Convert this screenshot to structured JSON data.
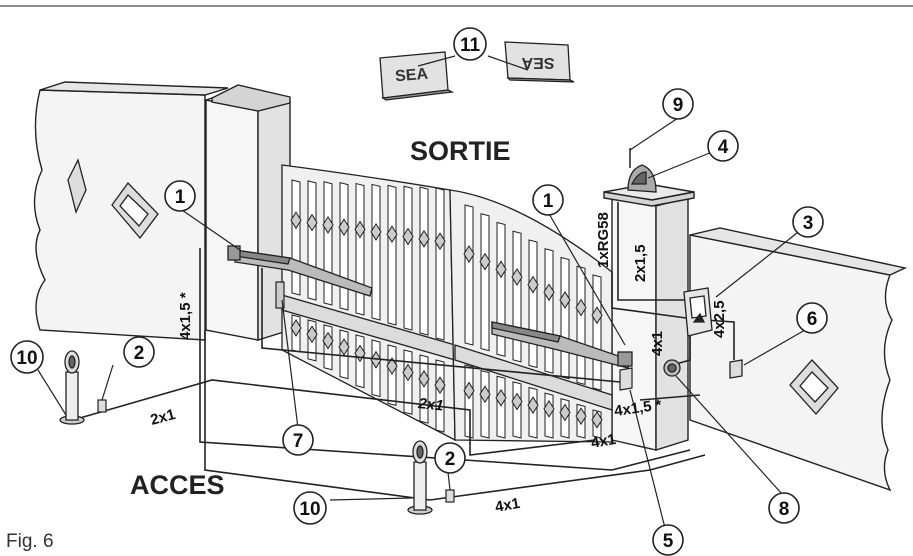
{
  "labels": {
    "sortie": "SORTIE",
    "acces": "ACCES",
    "figure": "Fig. 6",
    "sign_left": "SEA",
    "sign_right": "SEA"
  },
  "callouts": {
    "c1a": "1",
    "c1b": "1",
    "c2a": "2",
    "c2b": "2",
    "c3": "3",
    "c4": "4",
    "c5": "5",
    "c6": "6",
    "c7": "7",
    "c8": "8",
    "c9": "9",
    "c10a": "10",
    "c10b": "10",
    "c11": "11"
  },
  "cables": {
    "k1": "4x1,5 *",
    "k2": "2x1",
    "k3": "2x1",
    "k4": "4x1",
    "k5": "4x1",
    "k6": "4x1,5 *",
    "k7": "4x1",
    "k8": "1xRG58",
    "k9": "2x1,5",
    "k10": "4x2,5"
  },
  "colors": {
    "line": "#222222",
    "fill": "#f2f2f2",
    "shade": "#d9d9d9",
    "dark": "#777777"
  }
}
